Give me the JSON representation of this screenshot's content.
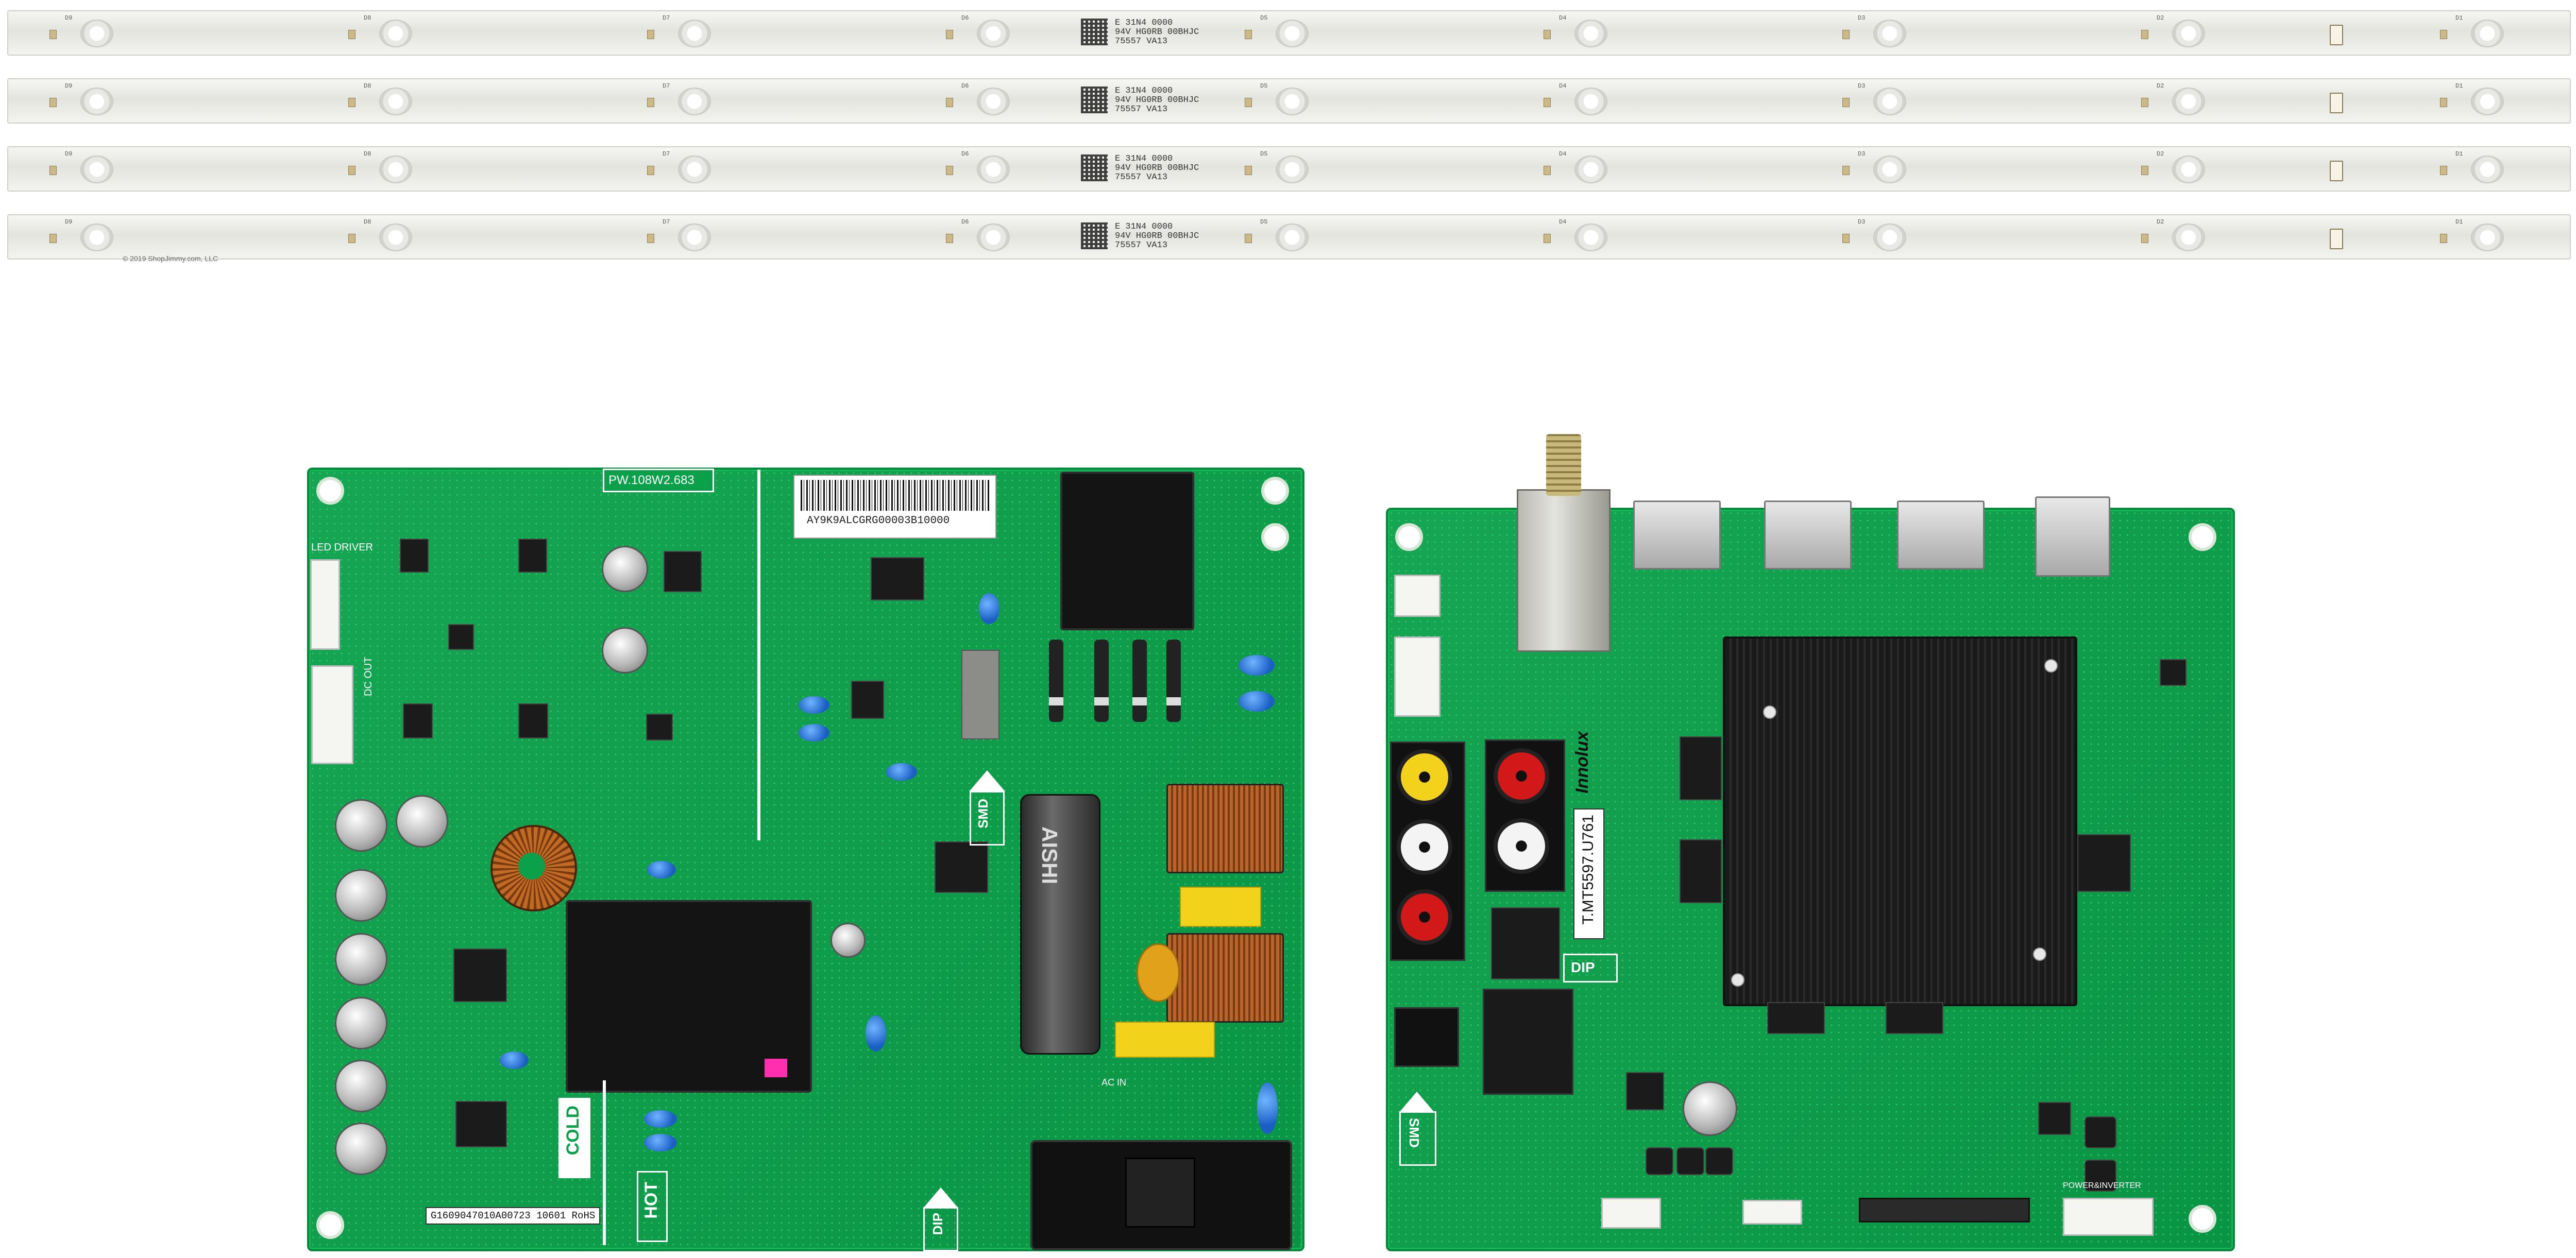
{
  "led_strips": {
    "count": 4,
    "led_labels": [
      "D9",
      "D8",
      "D7",
      "D6",
      "D5",
      "D4",
      "D3",
      "D2",
      "D1"
    ],
    "strip_label": [
      "E 31N4 0000",
      "94V HG0RB 00BHJC",
      "75557 VA13"
    ],
    "copyright": "© 2019 ShopJimmy.com, LLC"
  },
  "power_board": {
    "model": "PW.108W2.683",
    "serial": "AY9K9ALCGRG00003B10000",
    "bottom_label": "G1609047010A00723 10601 RoHS",
    "silk": {
      "led_driver": "LED DRIVER",
      "dc_out": "DC OUT",
      "smd": "SMD",
      "dip": "DIP",
      "hot": "HOT",
      "cold": "COLD",
      "ac_in": "AC IN"
    },
    "capacitor_text": "AISHI"
  },
  "main_board": {
    "brand": "Innolux",
    "model": "T.MT5597.U761",
    "silk": {
      "dip": "DIP",
      "smd": "SMD",
      "power_inverter": "POWER&INVERTER"
    },
    "colors": {
      "board": "#0aa14a",
      "rca_yellow": "#f2d21b",
      "rca_red": "#d21818",
      "rca_white": "#f4f4f4"
    }
  }
}
